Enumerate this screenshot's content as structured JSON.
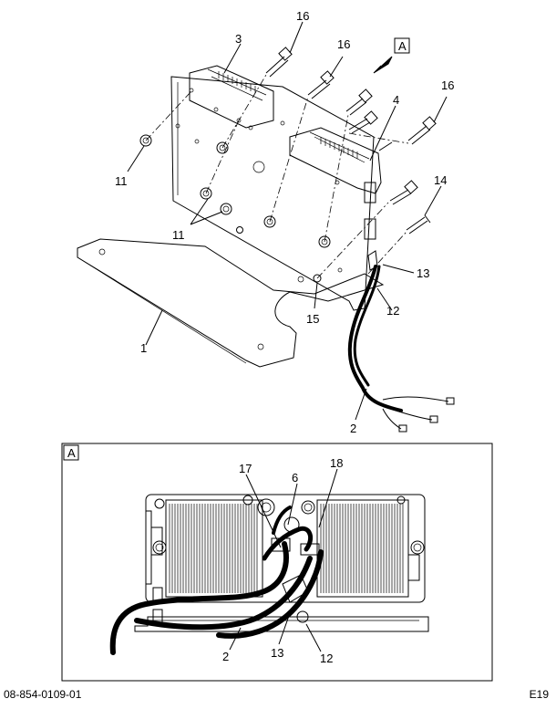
{
  "top_view": {
    "callouts": {
      "p16a": "16",
      "p3": "3",
      "p16b": "16",
      "pA": "A",
      "p16c": "16",
      "p4": "4",
      "p11a": "11",
      "p11b": "11",
      "p14": "14",
      "p13": "13",
      "p12": "12",
      "p15": "15",
      "p1": "1",
      "p2": "2"
    }
  },
  "detail_view": {
    "label": "A",
    "callouts": {
      "p17": "17",
      "p6": "6",
      "p18": "18",
      "p2": "2",
      "p13": "13",
      "p12": "12"
    }
  },
  "footer": {
    "doc_number": "08-854-0109-01",
    "page_code": "E19"
  }
}
